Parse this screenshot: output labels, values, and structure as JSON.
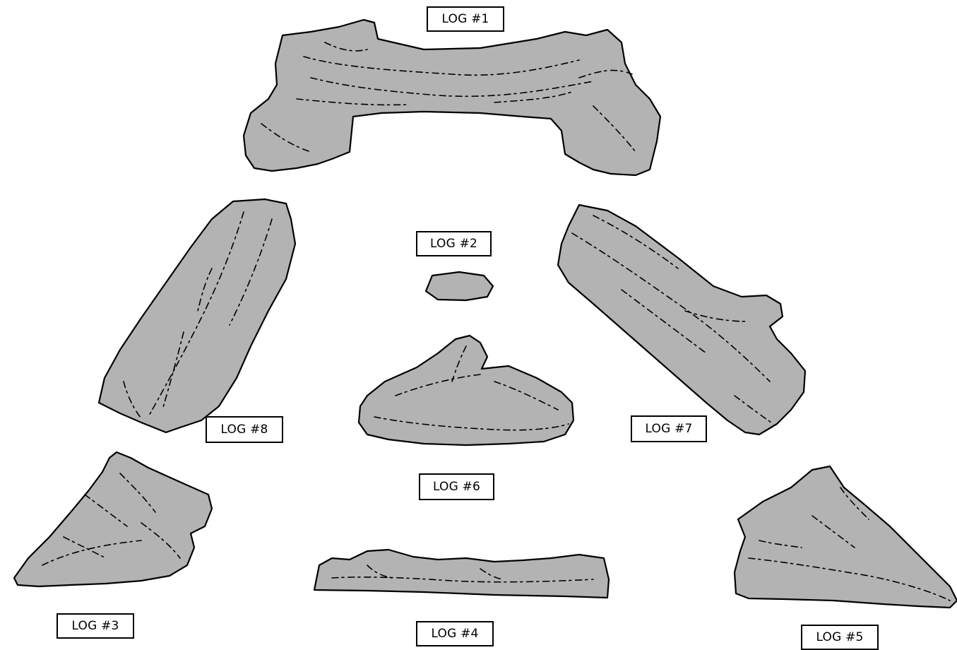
{
  "labels": {
    "log1": "LOG #1",
    "log2": "LOG #2",
    "log3": "LOG #3",
    "log4": "LOG #4",
    "log5": "LOG #5",
    "log6": "LOG #6",
    "log7": "LOG #7",
    "log8": "LOG #8"
  },
  "colors": {
    "log_fill": "#b3b3b3",
    "outline": "#000000",
    "background": "#ffffff"
  }
}
